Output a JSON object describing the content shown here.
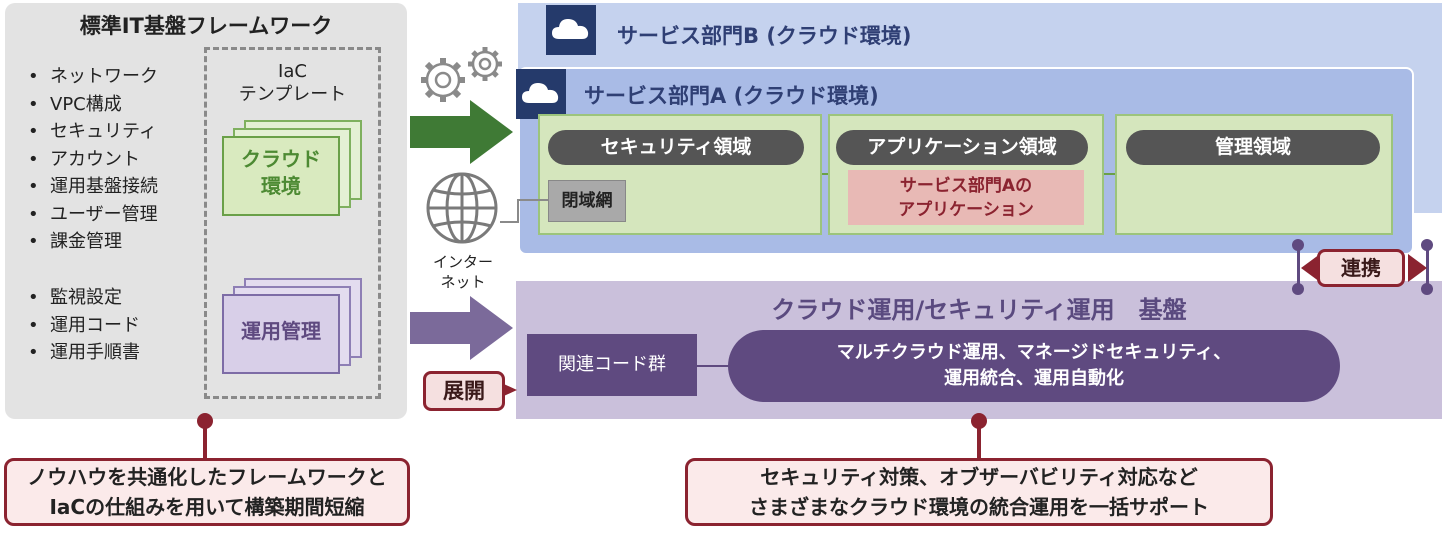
{
  "framework": {
    "title": "標準IT基盤フレームワーク",
    "list_a": [
      "ネットワーク",
      "VPC構成",
      "セキュリティ",
      "アカウント",
      "運用基盤接続",
      "ユーザー管理",
      "課金管理"
    ],
    "list_b": [
      "監視設定",
      "運用コード",
      "運用手順書"
    ],
    "iac_title": "IaC\nテンプレート",
    "doc_cloud": "クラウド\n環境",
    "doc_ops": "運用管理"
  },
  "internet_label": "インター\nネット",
  "service_b": {
    "title": "サービス部門B (クラウド環境)"
  },
  "service_a": {
    "title": "サービス部門A (クラウド環境)",
    "areas": [
      {
        "label": "セキュリティ領域",
        "sub": "閉域網"
      },
      {
        "label": "アプリケーション領域",
        "sub": "サービス部門Aの\nアプリケーション"
      },
      {
        "label": "管理領域"
      }
    ]
  },
  "link_label": "連携",
  "operations": {
    "title": "クラウド運用/セキュリティ運用　基盤",
    "code_group": "関連コード群",
    "pill": "マルチクラウド運用、マネージドセキュリティ、\n運用統合、運用自動化"
  },
  "deploy_label": "展開",
  "callouts": {
    "left": "ノウハウを共通化したフレームワークと\nIaCの仕組みを用いて構築期間短縮",
    "right": "セキュリティ対策、オブザーバビリティ対応など\nさまざまなクラウド環境の統合運用を一括サポート"
  },
  "colors": {
    "green_arrow": "#3f7a35",
    "purple_arrow": "#7b6a9a",
    "accent_red": "#8b2330",
    "navy": "#253a6b"
  }
}
